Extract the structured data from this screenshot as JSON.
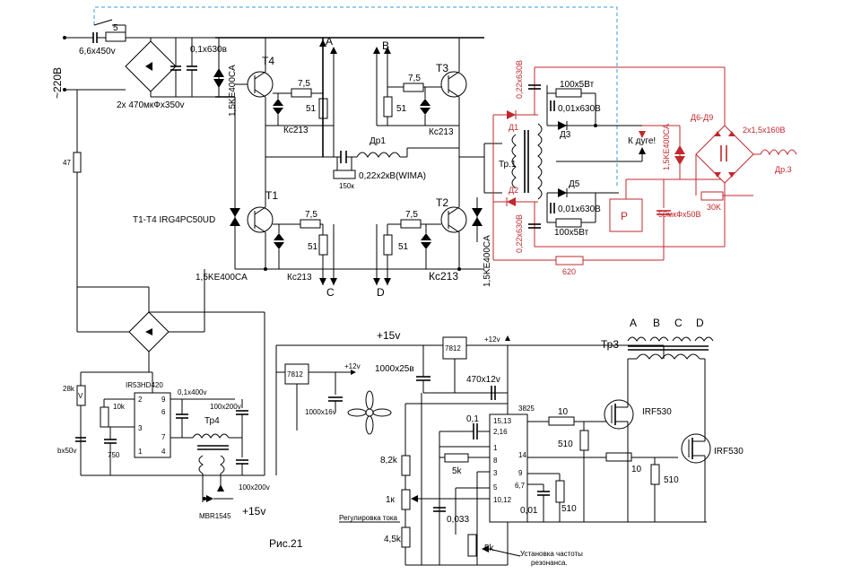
{
  "title": "Рис.21",
  "colors": {
    "wire": "#000000",
    "red_wire": "#c0282d",
    "feedback": "#3a9ad9"
  },
  "mains": {
    "voltage": "~220В",
    "fuse_label": "5",
    "cap": "6,6x450v"
  },
  "input": {
    "cap_main": "0,1x630в",
    "bulk_caps": "2x 470мкФx350v",
    "tvs": "1,5KE400CA",
    "r47": "47"
  },
  "bridge": {
    "t4": "T4",
    "t3": "T3",
    "t1": "T1",
    "t2": "T2",
    "igbt_note": "T1-T4 IRG4PC50UD",
    "r_gate": "7,5",
    "r51": "51",
    "zener": "Кс213",
    "node_a": "A",
    "node_b": "B",
    "node_c": "C",
    "node_d": "D",
    "inductor": "Др1",
    "cap_res": "0,22x2кВ(WIMA)",
    "r150k": "150к",
    "tvs_bottom": "1,5KE400CA"
  },
  "output": {
    "tr1": "Тр.1",
    "d1": "Д1",
    "d2": "Д2",
    "d3": "Д3",
    "d5": "Д5",
    "cap_022_top": "0,22x630В",
    "cap_022_bottom": "0,22x630В",
    "r100_top": "100x5Вт",
    "r100_bottom": "100x5Вт",
    "cap001_top": "0,01x630В",
    "cap001_bottom": "0,01x630В",
    "arc": "К дуге!",
    "tvs": "1,5KE400CA",
    "diodes": "Д6-Д9",
    "caps": "2x1,5x160В",
    "inductor": "Др.3",
    "r30k": "30K",
    "relay": "P",
    "relay_cap": "50мкФx50В",
    "r620": "620"
  },
  "driver": {
    "ic": "IR53HD420",
    "pins": [
      "2",
      "9",
      "6",
      "3",
      "7",
      "1",
      "4"
    ],
    "r28k": "28k",
    "r10k": "10k",
    "cap01": "0,1x400v",
    "cap_b": "bx50v",
    "cap750": "750",
    "cap100_top": "100x200v",
    "cap100_bottom": "100x200v",
    "tr4": "Тр4",
    "diode": "MBR1545",
    "v15": "+15v"
  },
  "control": {
    "v15": "+15v",
    "reg1": "7812",
    "reg2": "7812",
    "v12a": "+12v",
    "v12b": "+12v",
    "cap1000": "1000x25в",
    "cap1000b": "1000x16v",
    "cap470": "470x12v",
    "ic": "3825",
    "cap01": "0,1",
    "pins_left": [
      "15,13",
      "2,16",
      "1",
      "8",
      "3",
      "5",
      "10,12"
    ],
    "pins_right": [
      "14",
      "9",
      "6,7"
    ],
    "r82k": "8,2k",
    "r1k": "1к",
    "r45k": "4,5k",
    "r5k_a": "5k",
    "r5k_b": "5k",
    "cap0033": "0,033",
    "cap001": "0,01",
    "r10a": "10",
    "r10b": "10",
    "r510a": "510",
    "r510b": "510",
    "r510c": "510",
    "mosfet_a": "IRF530",
    "mosfet_b": "IRF530",
    "tr3": "Тр3",
    "tr3_taps": [
      "A",
      "B",
      "C",
      "D"
    ],
    "current_adj": "Регулировка тока",
    "freq_adj_1": "Установка частоты",
    "freq_adj_2": "резонанса."
  }
}
